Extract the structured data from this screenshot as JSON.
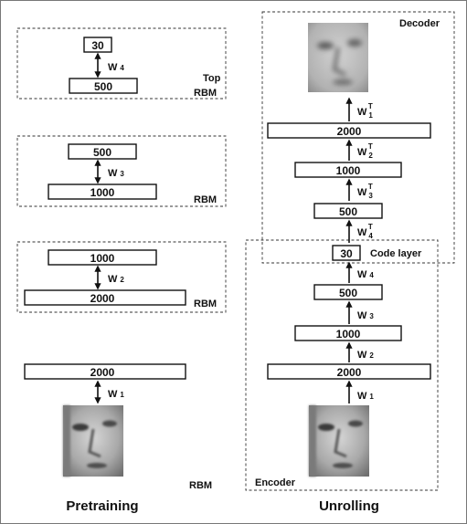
{
  "pretraining": {
    "caption": "Pretraining",
    "top_rbm": {
      "top_layer": "30",
      "bottom_layer": "500",
      "weight": "W",
      "weight_sub": "4",
      "label_line1": "Top",
      "label_line2": "RBM"
    },
    "rbm3": {
      "top_layer": "500",
      "bottom_layer": "1000",
      "weight": "W",
      "weight_sub": "3",
      "label": "RBM"
    },
    "rbm2": {
      "top_layer": "1000",
      "bottom_layer": "2000",
      "weight": "W",
      "weight_sub": "2",
      "label": "RBM"
    },
    "rbm1": {
      "top_layer": "2000",
      "weight": "W",
      "weight_sub": "1",
      "label": "RBM"
    }
  },
  "unrolling": {
    "caption": "Unrolling",
    "decoder_label": "Decoder",
    "encoder_label": "Encoder",
    "code_layer_label": "Code layer",
    "decoder": [
      {
        "layer": "2000",
        "weight": "W",
        "weight_sub": "1",
        "weight_sup": "T"
      },
      {
        "layer": "1000",
        "weight": "W",
        "weight_sub": "2",
        "weight_sup": "T"
      },
      {
        "layer": "500",
        "weight": "W",
        "weight_sub": "3",
        "weight_sup": "T"
      },
      {
        "weight": "W",
        "weight_sub": "4",
        "weight_sup": "T"
      }
    ],
    "code": "30",
    "encoder": [
      {
        "layer": "500",
        "weight": "W",
        "weight_sub": "4"
      },
      {
        "layer": "1000",
        "weight": "W",
        "weight_sub": "3"
      },
      {
        "layer": "2000",
        "weight": "W",
        "weight_sub": "2"
      },
      {
        "weight": "W",
        "weight_sub": "1"
      }
    ]
  },
  "colors": {
    "line": "#111111",
    "dashed": "#333333",
    "face_light": "#c8c8c8",
    "face_dark": "#555555"
  }
}
